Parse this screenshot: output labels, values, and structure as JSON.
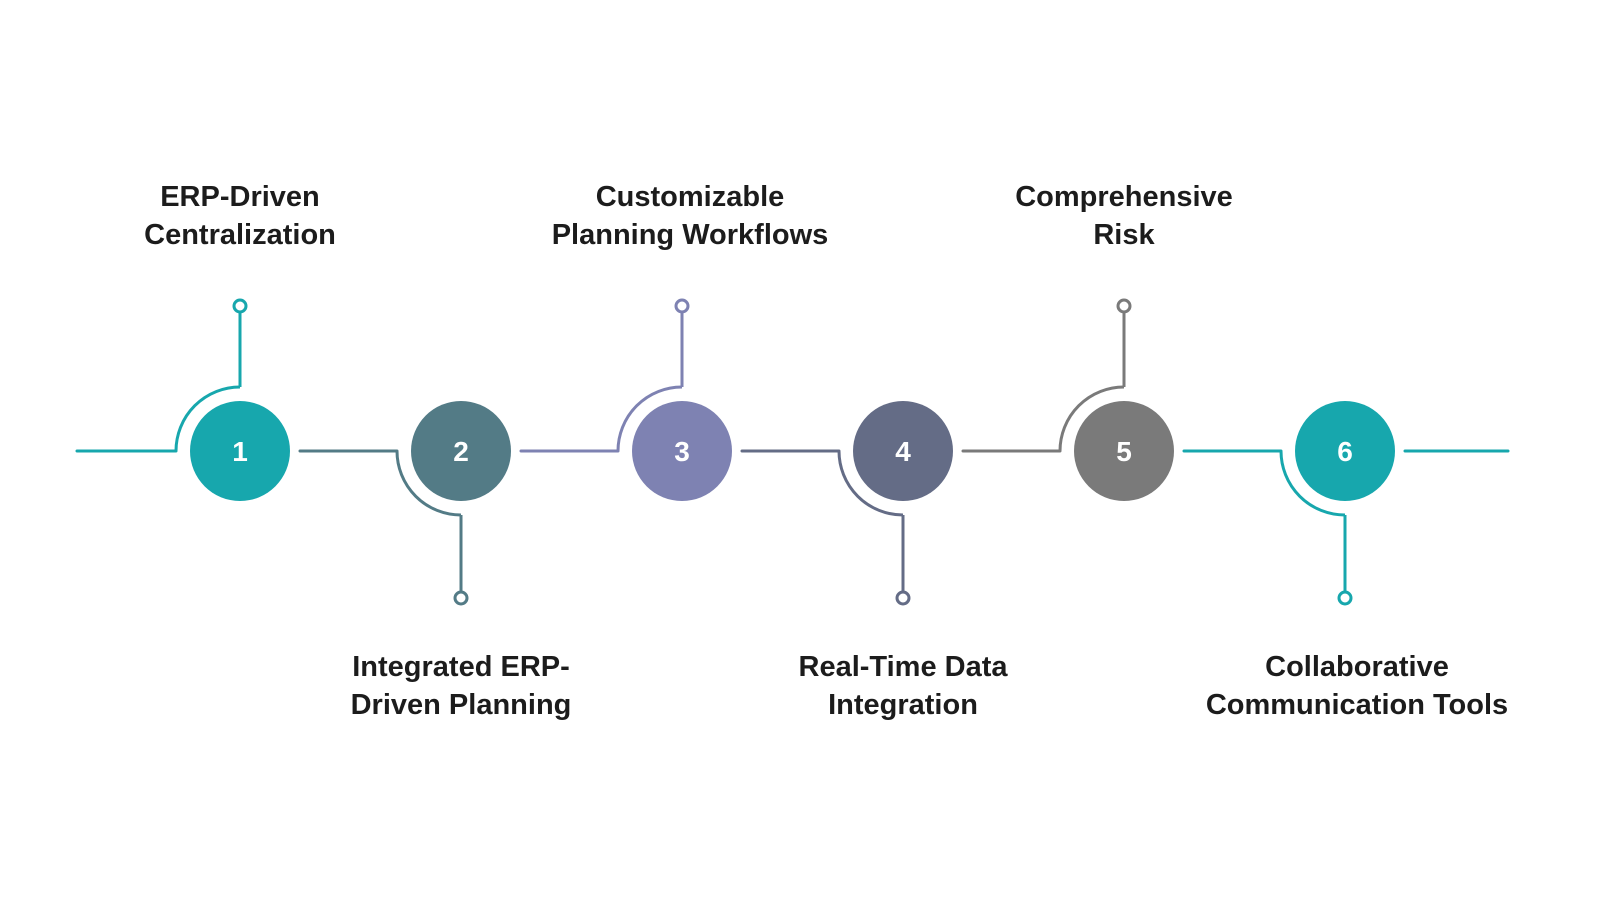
{
  "steps": [
    {
      "number": "1",
      "label_lines": [
        "ERP-Driven",
        "Centralization"
      ],
      "color": "#17A7AD",
      "position": "top"
    },
    {
      "number": "2",
      "label_lines": [
        "Integrated ERP-",
        "Driven Planning"
      ],
      "color": "#537B86",
      "position": "bottom"
    },
    {
      "number": "3",
      "label_lines": [
        "Customizable",
        "Planning Workflows"
      ],
      "color": "#7E82B2",
      "position": "top"
    },
    {
      "number": "4",
      "label_lines": [
        "Real-Time Data",
        "Integration"
      ],
      "color": "#646C86",
      "position": "bottom"
    },
    {
      "number": "5",
      "label_lines": [
        "Comprehensive",
        "Risk"
      ],
      "color": "#7A7A7A",
      "position": "top"
    },
    {
      "number": "6",
      "label_lines": [
        "Collaborative",
        "Communication Tools"
      ],
      "color": "#17A7AD",
      "position": "bottom"
    }
  ]
}
